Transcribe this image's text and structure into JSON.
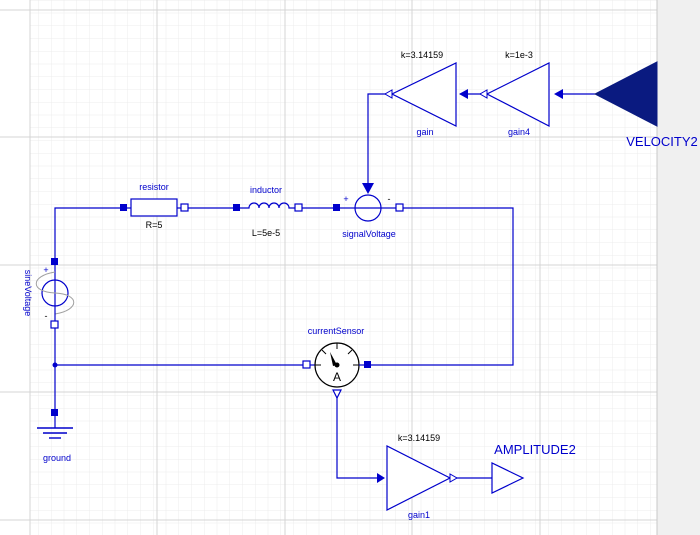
{
  "diagram": {
    "colors": {
      "wire": "#0000cc",
      "port_filled": "#0000cc",
      "background": "#ffffff",
      "grid_major": "#d4d4d4",
      "grid_minor": "#ececec",
      "block_fill": "#ffffff",
      "scrollbar": "#f0f0f0"
    },
    "components": {
      "resistor": {
        "name": "resistor",
        "param": "R=5"
      },
      "inductor": {
        "name": "inductor",
        "param": "L=5e-5"
      },
      "signal_voltage": {
        "name": "signalVoltage",
        "plus": "+",
        "minus": "-"
      },
      "sine_voltage": {
        "name": "sineVoltage",
        "plus": "+",
        "minus": "-"
      },
      "current_sensor": {
        "name": "currentSensor",
        "symbol": "A"
      },
      "ground": {
        "name": "ground"
      },
      "gain": {
        "name": "gain",
        "param": "k=3.14159"
      },
      "gain4": {
        "name": "gain4",
        "param": "k=1e-3"
      },
      "gain1": {
        "name": "gain1",
        "param": "k=3.14159"
      },
      "velocity_input": {
        "name": "VELOCITY2"
      },
      "amplitude_output": {
        "name": "AMPLITUDE2"
      }
    }
  }
}
